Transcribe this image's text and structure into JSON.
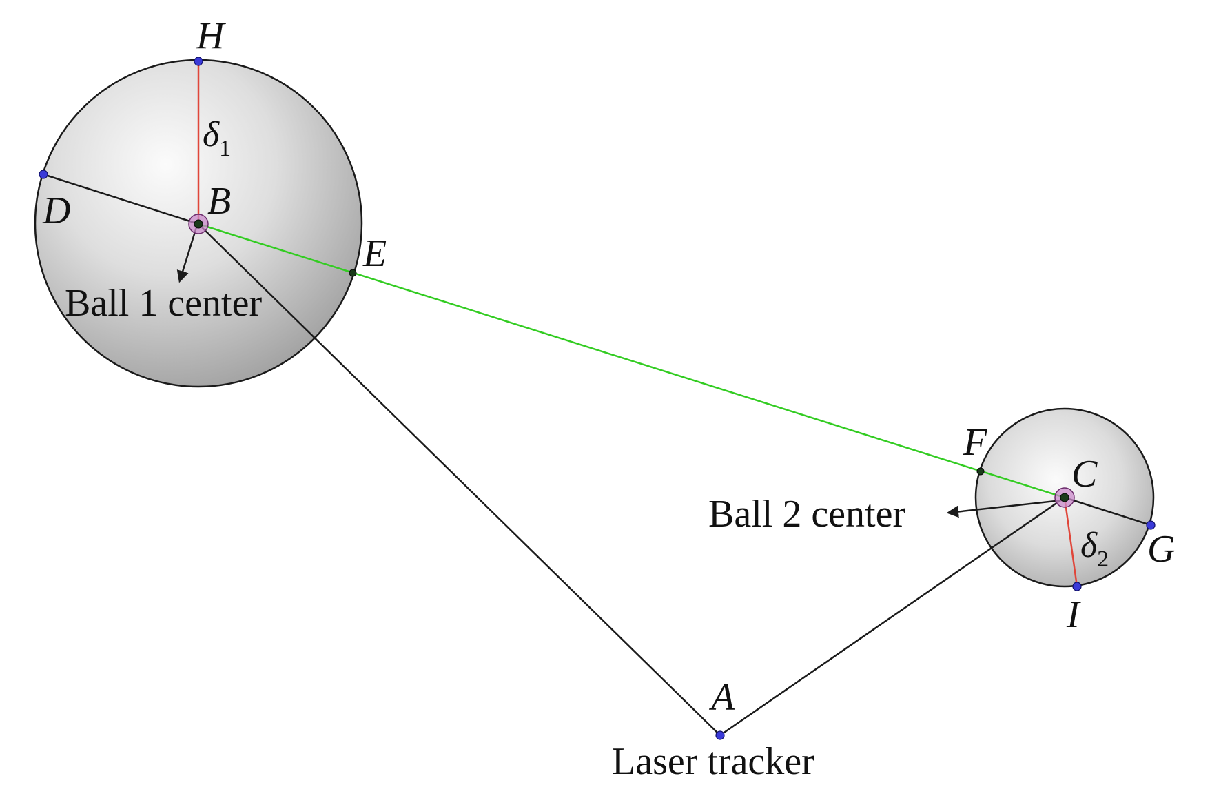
{
  "points": {
    "A": "A",
    "B": "B",
    "C": "C",
    "D": "D",
    "E": "E",
    "F": "F",
    "G": "G",
    "H": "H",
    "I": "I"
  },
  "captions": {
    "ball1": "Ball 1 center",
    "ball2": "Ball 2 center",
    "tracker": "Laser tracker"
  },
  "deltas": {
    "d1_symbol": "δ",
    "d1_sub": "1",
    "d2_symbol": "δ",
    "d2_sub": "2"
  },
  "colors": {
    "ball_to_ball_line": "#33cc22",
    "radius_line": "#e0463a",
    "construction_line": "#1a1a1a",
    "point_marker": "#3a3ad8"
  }
}
